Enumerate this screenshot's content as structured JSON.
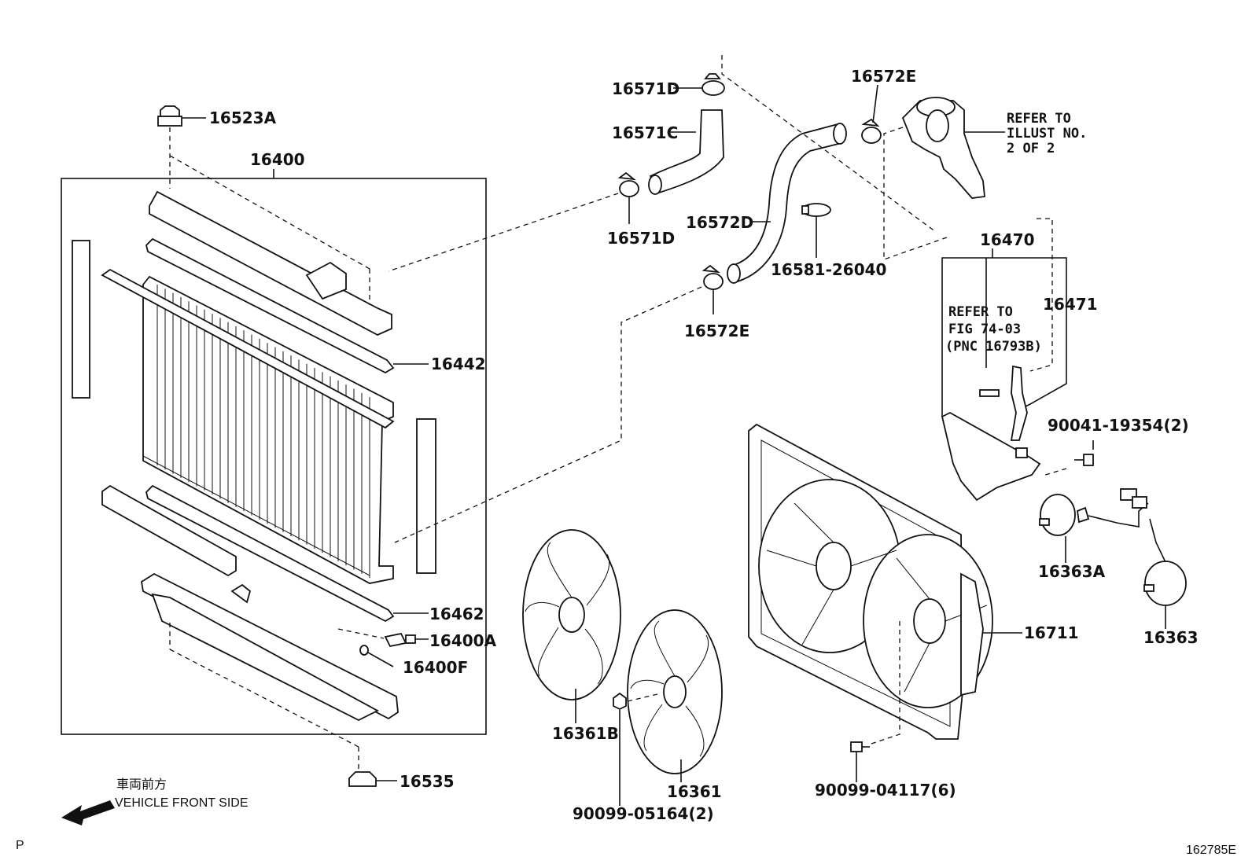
{
  "parts": {
    "p16523A": "16523A",
    "p16400": "16400",
    "p16442": "16442",
    "p16462": "16462",
    "p16400A": "16400A",
    "p16400F": "16400F",
    "p16535": "16535",
    "p16571D_top": "16571D",
    "p16571C": "16571C",
    "p16571D_bottom": "16571D",
    "p16572E_top": "16572E",
    "p16572D": "16572D",
    "p16581": "16581-26040",
    "p16572E_bottom": "16572E",
    "p16470": "16470",
    "p16471": "16471",
    "p90041": "90041-19354(2)",
    "p16363A": "16363A",
    "p16363": "16363",
    "p16711": "16711",
    "p16361B": "16361B",
    "p16361": "16361",
    "p90099_05164": "90099-05164(2)",
    "p90099_04117": "90099-04117(6)"
  },
  "notes": {
    "refer_illust": [
      "REFER TO",
      "ILLUST NO.",
      "2 OF 2"
    ],
    "refer_fig": [
      "REFER TO",
      "FIG 74-03",
      "(PNC 16793B)"
    ]
  },
  "orientation": {
    "label_jp": "車両前方",
    "label_en": "VEHICLE FRONT SIDE"
  },
  "corner_left": "P",
  "figure_id": "162785E"
}
